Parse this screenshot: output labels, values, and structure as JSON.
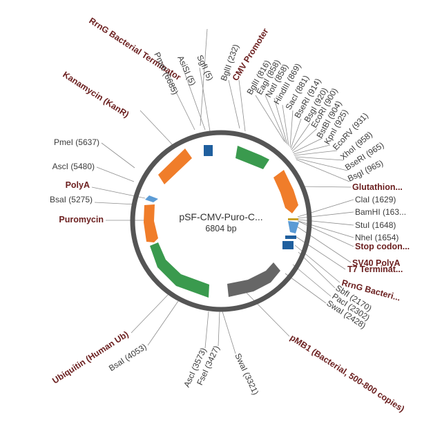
{
  "plasmid": {
    "name": "pSF-CMV-Puro-C...",
    "size_label": "6804 bp"
  },
  "colors": {
    "backbone": "#555555",
    "promoter": "#3a9a4e",
    "gene": "#f07d2a",
    "terminator": "#1f5f9e",
    "origin": "#666666",
    "polya": "#5b9bd5",
    "stop": "#c9a227",
    "feature_label": "#6b1f1f",
    "site_label": "#3a3a3a"
  },
  "labels": [
    {
      "id": "rrng-top",
      "text": "RrnG Bacterial Terminator",
      "kind": "feature"
    },
    {
      "id": "pmei-6685",
      "text": "PmeI (6685)",
      "kind": "site"
    },
    {
      "id": "asisi-5",
      "text": "AsiSI (5)",
      "kind": "site"
    },
    {
      "id": "sgfi-5",
      "text": "SgfI (5)",
      "kind": "site"
    },
    {
      "id": "bglii-232",
      "text": "BglII (232)",
      "kind": "site"
    },
    {
      "id": "cmv",
      "text": "CMV Promoter",
      "kind": "feature"
    },
    {
      "id": "bglii-816",
      "text": "BglII (816)",
      "kind": "site"
    },
    {
      "id": "eagi-858",
      "text": "EagI (858)",
      "kind": "site"
    },
    {
      "id": "noti-858",
      "text": "NotI (858)",
      "kind": "site"
    },
    {
      "id": "hindiii-869",
      "text": "HindIII (869)",
      "kind": "site"
    },
    {
      "id": "saci-881",
      "text": "SacI (881)",
      "kind": "site"
    },
    {
      "id": "bseri-914",
      "text": "BseRI (914)",
      "kind": "site"
    },
    {
      "id": "bsgi-920",
      "text": "BsgI (920)",
      "kind": "site"
    },
    {
      "id": "ecori-900",
      "text": "EcoRI (900)",
      "kind": "site"
    },
    {
      "id": "bstbi-904",
      "text": "BstBI (904)",
      "kind": "site"
    },
    {
      "id": "kpni-925",
      "text": "KpnI (925)",
      "kind": "site"
    },
    {
      "id": "ecorv-931",
      "text": "EcoRV (931)",
      "kind": "site"
    },
    {
      "id": "xhoi-958",
      "text": "XhoI (958)",
      "kind": "site"
    },
    {
      "id": "bseri-965",
      "text": "BseRI (965)",
      "kind": "site"
    },
    {
      "id": "bsgi-965",
      "text": "BsgI (965)",
      "kind": "site"
    },
    {
      "id": "gst",
      "text": "Glutathion...",
      "kind": "feature"
    },
    {
      "id": "clai-1629",
      "text": "ClaI (1629)",
      "kind": "site"
    },
    {
      "id": "bamhi-163",
      "text": "BamHI (163...",
      "kind": "site"
    },
    {
      "id": "stui-1648",
      "text": "StuI (1648)",
      "kind": "site"
    },
    {
      "id": "nhei-1654",
      "text": "NheI (1654)",
      "kind": "site"
    },
    {
      "id": "stop",
      "text": "Stop codon...",
      "kind": "feature"
    },
    {
      "id": "sv40",
      "text": "SV40 PolyA",
      "kind": "feature"
    },
    {
      "id": "t7",
      "text": "T7 Terminat...",
      "kind": "feature"
    },
    {
      "id": "rrng-right",
      "text": "RrnG Bacteri...",
      "kind": "feature"
    },
    {
      "id": "sbfi-2170",
      "text": "SbfI (2170)",
      "kind": "site"
    },
    {
      "id": "paci-2302",
      "text": "PacI (2302)",
      "kind": "site"
    },
    {
      "id": "swai-2428",
      "text": "SwaI (2428)",
      "kind": "site"
    },
    {
      "id": "pmb1",
      "text": "pMB1 (Bacterial, 500-800 copies)",
      "kind": "feature"
    },
    {
      "id": "swai-3321",
      "text": "SwaI (3321)",
      "kind": "site"
    },
    {
      "id": "fsei-3427",
      "text": "FseI (3427)",
      "kind": "site"
    },
    {
      "id": "asci-3573",
      "text": "AscI (3573)",
      "kind": "site"
    },
    {
      "id": "bsai-4053",
      "text": "BsaI (4053)",
      "kind": "site"
    },
    {
      "id": "ubiquitin",
      "text": "Ubiquitin (Human Ub)",
      "kind": "feature"
    },
    {
      "id": "puromycin",
      "text": "Puromycin",
      "kind": "feature"
    },
    {
      "id": "bsai-5275",
      "text": "BsaI (5275)",
      "kind": "site"
    },
    {
      "id": "polya",
      "text": "PolyA",
      "kind": "feature"
    },
    {
      "id": "asci-5480",
      "text": "AscI (5480)",
      "kind": "site"
    },
    {
      "id": "pmei-5637",
      "text": "PmeI (5637)",
      "kind": "site"
    },
    {
      "id": "kanr",
      "text": "Kanamycin (KanR)",
      "kind": "feature"
    }
  ]
}
